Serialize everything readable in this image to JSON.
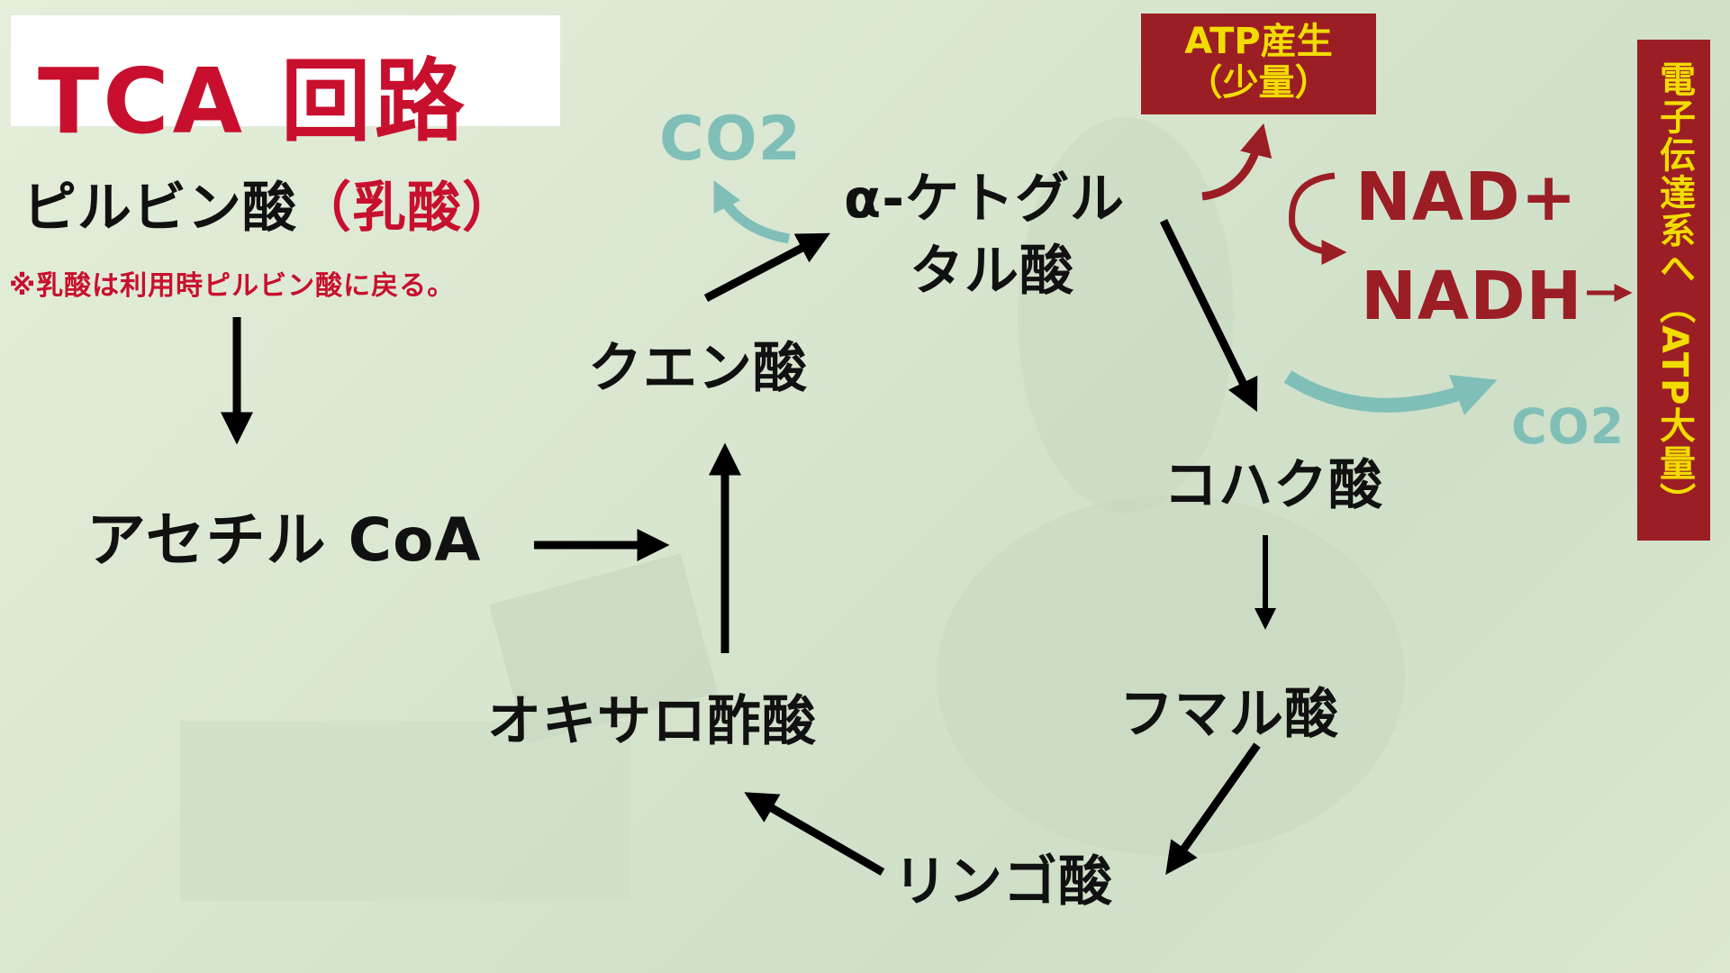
{
  "title": "TCA 回路",
  "nodes": {
    "pyruvate": "ピルビン酸",
    "lactate_paren": "（乳酸）",
    "note": "※乳酸は利用時ピルビン酸に戻る。",
    "acetyl_coa": "アセチル CoA",
    "citrate": "クエン酸",
    "akg_line1": "α-ケトグル",
    "akg_line2": "タル酸",
    "succinate": "コハク酸",
    "fumarate": "フマル酸",
    "malate": "リンゴ酸",
    "oxaloacetate": "オキサロ酢酸"
  },
  "co2_left": "CO2",
  "co2_right": "CO2",
  "atp_small": {
    "line1": "ATP産生",
    "line2": "（少量）"
  },
  "nad_plus": "NAD+",
  "nadh": "NADH",
  "electron_transport": "電子伝達系へ（ATP大量）",
  "colors": {
    "title_red": "#c8102e",
    "dark_red": "#9b1e25",
    "yellow": "#f2dc00",
    "teal": "#80bfb8"
  }
}
